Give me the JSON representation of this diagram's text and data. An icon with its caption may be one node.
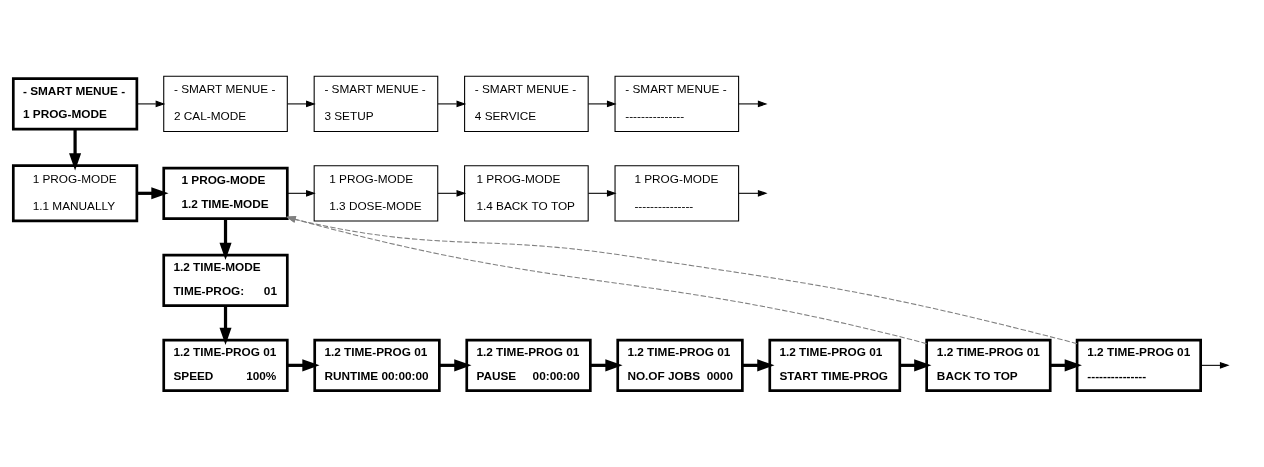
{
  "diagram": {
    "nodes": [
      {
        "text": [
          "- SMART MENUE -",
          "1 PROG-MODE"
        ]
      },
      {
        "text": [
          "- SMART MENUE -",
          "2 CAL-MODE"
        ]
      },
      {
        "text": [
          "- SMART MENUE -",
          "3 SETUP"
        ]
      },
      {
        "text": [
          "- SMART MENUE -",
          "4 SERVICE"
        ]
      },
      {
        "text": [
          "- SMART MENUE -",
          "---------------"
        ]
      },
      {
        "text": [
          "1 PROG-MODE",
          "1.1 MANUALLY"
        ]
      },
      {
        "text": [
          "1 PROG-MODE",
          "1.2 TIME-MODE"
        ]
      },
      {
        "text": [
          "1 PROG-MODE",
          "1.3 DOSE-MODE"
        ]
      },
      {
        "text": [
          "1 PROG-MODE",
          "1.4 BACK TO TOP"
        ]
      },
      {
        "text": [
          "1 PROG-MODE",
          "---------------"
        ]
      },
      {
        "text": [
          "1.2 TIME-MODE",
          "TIME-PROG:      01"
        ]
      },
      {
        "text": [
          "1.2 TIME-PROG 01",
          "SPEED          100%"
        ]
      },
      {
        "text": [
          "1.2 TIME-PROG 01",
          "RUNTIME 00:00:00"
        ]
      },
      {
        "text": [
          "1.2 TIME-PROG 01",
          "PAUSE     00:00:00"
        ]
      },
      {
        "text": [
          "1.2 TIME-PROG 01",
          "NO.OF JOBS  0000"
        ]
      },
      {
        "text": [
          "1.2 TIME-PROG 01",
          "START TIME-PROG"
        ]
      },
      {
        "text": [
          "1.2 TIME-PROG 01",
          "BACK TO TOP"
        ]
      },
      {
        "text": [
          "1.2 TIME-PROG 01",
          "---------------"
        ]
      }
    ],
    "edges": [
      {
        "from": 0,
        "to": 1,
        "arrow": "to"
      },
      {
        "from": 1,
        "to": 2,
        "arrow": "to"
      },
      {
        "from": 2,
        "to": 3,
        "arrow": "to"
      },
      {
        "from": 3,
        "to": 4,
        "arrow": "to"
      },
      {
        "from": 4,
        "to": null,
        "arrow": "to"
      },
      {
        "from": 0,
        "to": 5,
        "arrow": "to",
        "style": "thick"
      },
      {
        "from": 5,
        "to": 6,
        "arrow": "to",
        "style": "thick"
      },
      {
        "from": 6,
        "to": 7,
        "arrow": "to"
      },
      {
        "from": 7,
        "to": 8,
        "arrow": "to"
      },
      {
        "from": 8,
        "to": 9,
        "arrow": "to"
      },
      {
        "from": 9,
        "to": null,
        "arrow": "to"
      },
      {
        "from": 6,
        "to": 10,
        "arrow": "to",
        "style": "thick"
      },
      {
        "from": 10,
        "to": 11,
        "arrow": "to",
        "style": "thick"
      },
      {
        "from": 11,
        "to": 12,
        "arrow": "to",
        "style": "thick"
      },
      {
        "from": 12,
        "to": 13,
        "arrow": "to",
        "style": "thick"
      },
      {
        "from": 13,
        "to": 14,
        "arrow": "to",
        "style": "thick"
      },
      {
        "from": 14,
        "to": 15,
        "arrow": "to",
        "style": "thick"
      },
      {
        "from": 15,
        "to": 16,
        "arrow": "to",
        "style": "thick"
      },
      {
        "from": 16,
        "to": 17,
        "arrow": "to",
        "style": "thick"
      },
      {
        "from": 17,
        "to": null,
        "arrow": "to"
      },
      {
        "from": 16,
        "to": 6,
        "arrow": "to",
        "style": "dashed",
        "color": "#808080"
      },
      {
        "from": 17,
        "to": 6,
        "arrow": "to",
        "style": "dashed",
        "color": "#808080"
      }
    ]
  }
}
